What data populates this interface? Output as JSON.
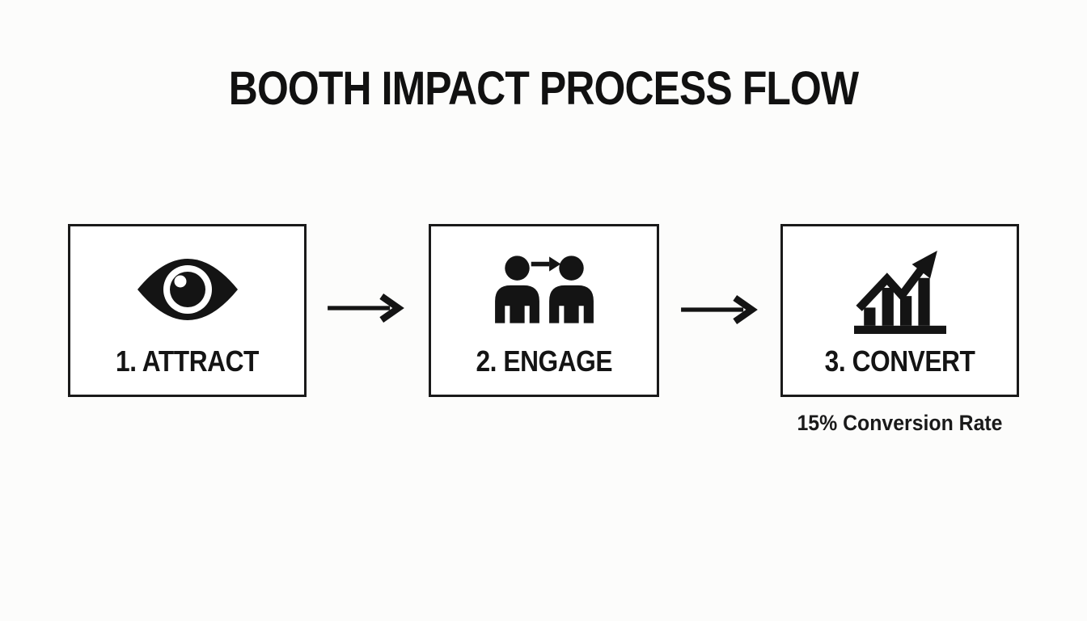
{
  "page": {
    "title": "BOOTH IMPACT PROCESS FLOW",
    "background_color": "#fcfcfb",
    "ink_color": "#141414",
    "box_border_color": "#1a1a1a",
    "box_background_color": "#ffffff"
  },
  "flow": {
    "steps": [
      {
        "label": "1. ATTRACT",
        "icon": "eye-icon"
      },
      {
        "label": "2. ENGAGE",
        "icon": "people-handoff-icon"
      },
      {
        "label": "3. CONVERT",
        "icon": "growth-chart-icon",
        "note": "15% Conversion Rate"
      }
    ],
    "connector_icon": "arrow-right-icon"
  }
}
